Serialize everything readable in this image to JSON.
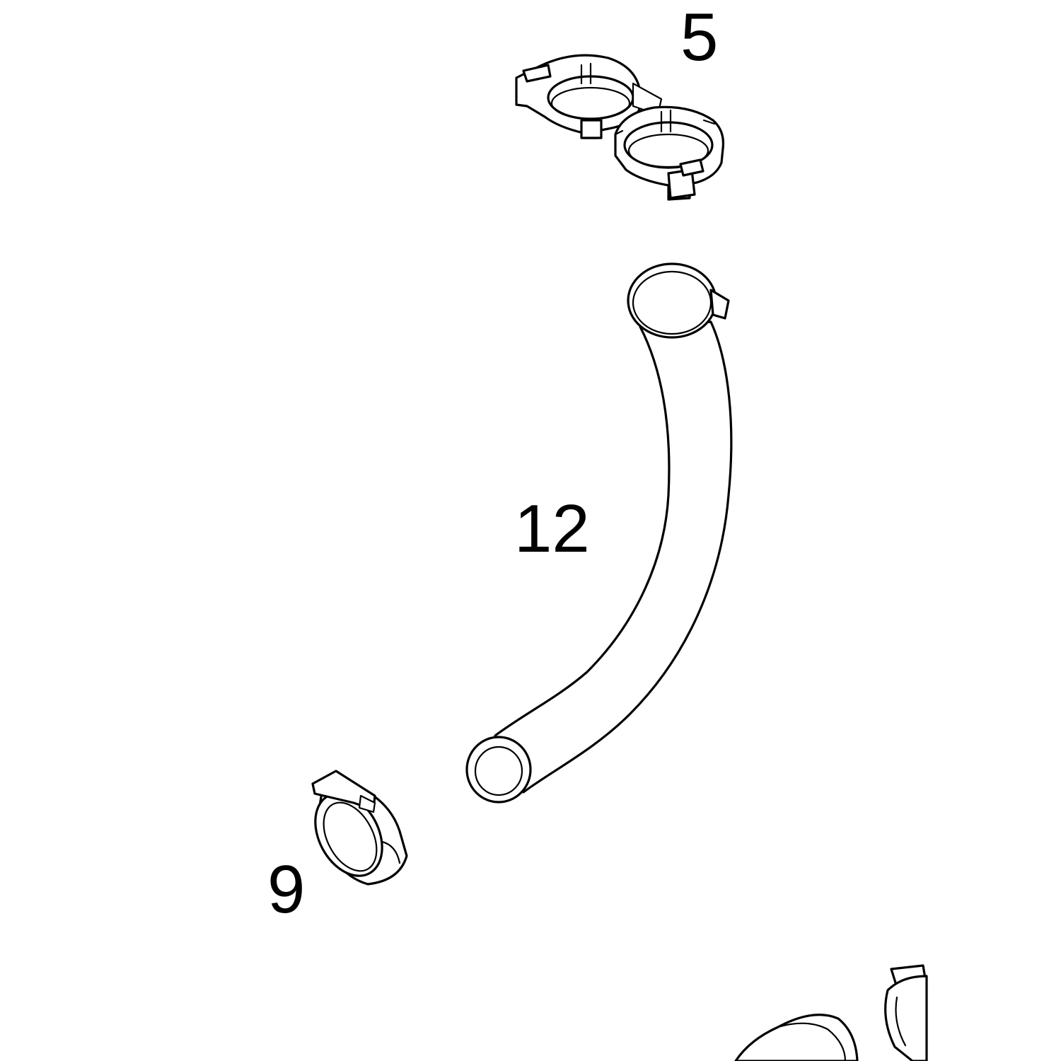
{
  "callouts": {
    "part_5": "5",
    "part_12": "12",
    "part_9": "9"
  },
  "colors": {
    "line": "#000000",
    "background": "#ffffff"
  }
}
